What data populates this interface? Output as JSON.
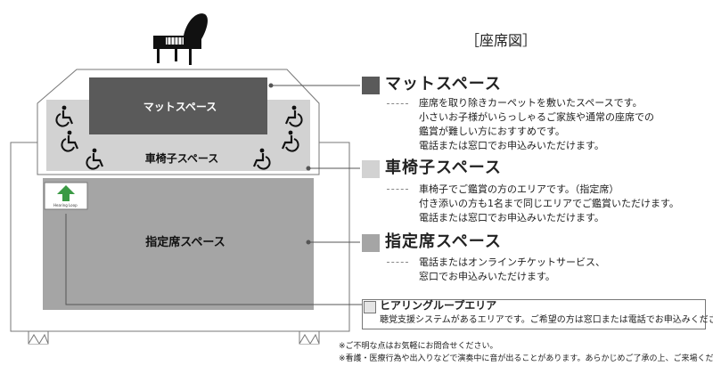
{
  "title": "［座席図］",
  "diagram": {
    "mat_label": "マットスペース",
    "wheel_label": "車椅子スペース",
    "reserved_label": "指定席スペース",
    "hearing_sign": "Hearing Loop"
  },
  "legend": [
    {
      "heading": "マットスペース",
      "color": "#5a5a5a",
      "lines": [
        "座席を取り除きカーペットを敷いたスペースです。",
        "小さいお子様がいらっしゃるご家族や通常の座席での",
        "鑑賞が難しい方におすすめです。",
        "電話または窓口でお申込みいただけます。"
      ]
    },
    {
      "heading": "車椅子スペース",
      "color": "#d2d2d2",
      "lines": [
        "車椅子でご鑑賞の方のエリアです。（指定席）",
        "付き添いの方も1名まで同じエリアでご鑑賞いただけます。",
        "電話または窓口でお申込みいただけます。"
      ]
    },
    {
      "heading": "指定席スペース",
      "color": "#a5a5a5",
      "lines": [
        "電話またはオンラインチケットサービス、",
        "窓口でお申込みいただけます。"
      ]
    }
  ],
  "hearing": {
    "title": "ヒアリングループエリア",
    "desc": "聴覚支援システムがあるエリアです。ご希望の方は窓口または電話でお申込みください。"
  },
  "notes": [
    "※ご不明な点はお気軽にお問合せください。",
    "※看護・医療行為や出入りなどで演奏中に音が出ることがあります。あらかじめご了承の上、ご来場ください。"
  ]
}
